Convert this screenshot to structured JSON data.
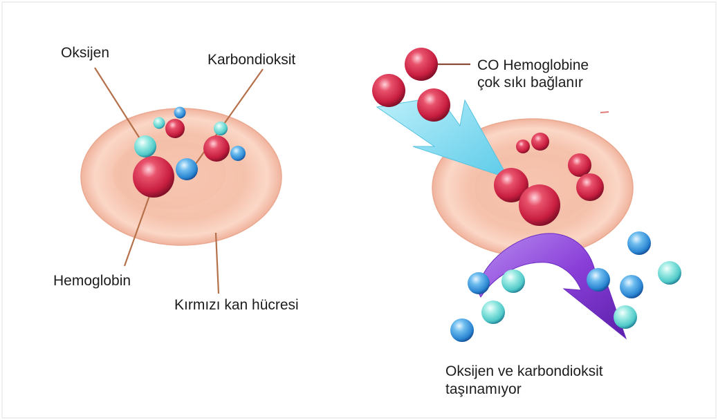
{
  "left_panel": {
    "labels": {
      "oxygen": "Oksijen",
      "carbon_dioxide": "Karbondioksit",
      "hemoglobin": "Hemoglobin",
      "red_blood_cell": "Kırmızı kan hücresi"
    }
  },
  "right_panel": {
    "co_binding_line1": "CO Hemoglobine",
    "co_binding_line2": "çok sıkı bağlanır",
    "not_transported_line1": "Oksijen ve karbondioksit",
    "not_transported_line2": "taşınamıyor"
  },
  "colors": {
    "cell_fill": "#f5c4b0",
    "hemoglobin_red": "#d42a4a",
    "oxygen_teal": "#7fe0da",
    "carbon_dioxide_blue": "#3c98dc",
    "arrow_cyan": "#7fd8ee",
    "arrow_purple": "#8a3fd8",
    "pointer_line": "#b5704a"
  }
}
